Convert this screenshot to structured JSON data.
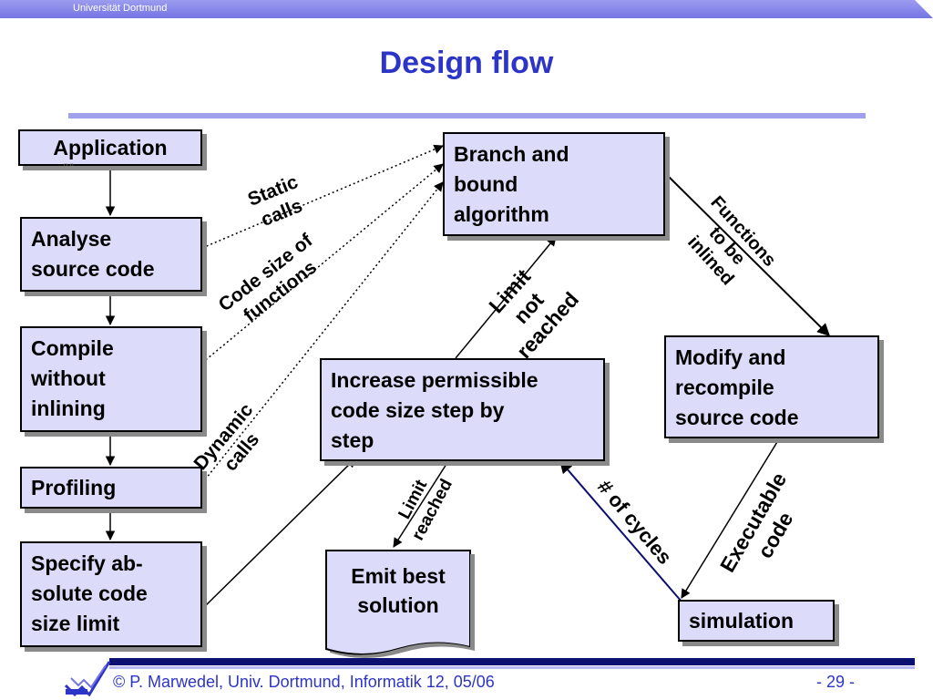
{
  "header": {
    "university": "Universität Dortmund",
    "title": "Design flow"
  },
  "nodes": {
    "application": "Application",
    "analyse": [
      "Analyse",
      "source code"
    ],
    "compile": [
      "Compile",
      "without",
      "inlining"
    ],
    "profiling": "Profiling",
    "specify": [
      "Specify ab-",
      "solute code",
      "size limit"
    ],
    "branch": [
      "Branch and",
      "bound",
      "algorithm"
    ],
    "increase": [
      "Increase permissible",
      "code size step by",
      "step"
    ],
    "modify": [
      "Modify and",
      "recompile",
      "source code"
    ],
    "emit": [
      "Emit best",
      "solution"
    ],
    "simulation": "simulation"
  },
  "edge_labels": {
    "static_calls": [
      "Static",
      "calls"
    ],
    "code_size": [
      "Code size of",
      "functions"
    ],
    "dynamic_calls": [
      "Dynamic",
      "calls"
    ],
    "limit_not_reached": [
      "Limit",
      "not",
      "reached"
    ],
    "functions_inlined": [
      "Functions",
      "to be",
      "inlined"
    ],
    "limit_reached": [
      "Limit",
      "reached"
    ],
    "cycles": "# of cycles",
    "executable_code": [
      "Executable",
      "code"
    ]
  },
  "footer": {
    "copyright": "© P. Marwedel, Univ. Dortmund, Informatik 12, 05/06",
    "page": "-  29 -"
  },
  "colors": {
    "box_fill": "#dcdcfa",
    "title": "#2d35c8",
    "accent": "#7474e4"
  }
}
